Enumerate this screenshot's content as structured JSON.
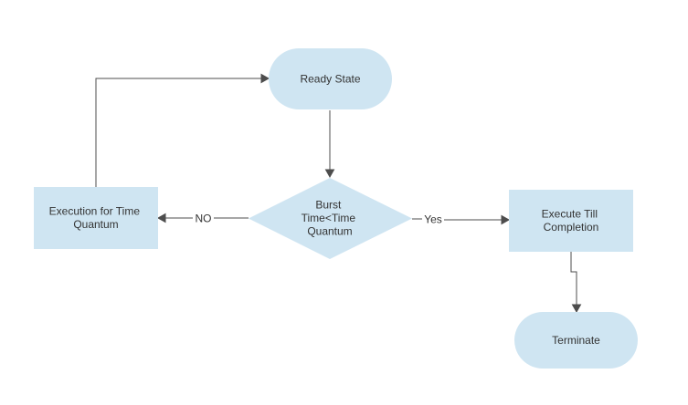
{
  "colors": {
    "node_fill": "#cfe5f2",
    "edge": "#4d4d4d",
    "text": "#333333",
    "background": "#ffffff"
  },
  "nodes": {
    "ready_state": {
      "shape": "stadium",
      "lines": [
        "Ready State"
      ]
    },
    "burst_decision": {
      "shape": "diamond",
      "lines": [
        "Burst",
        "Time<Time",
        "Quantum"
      ]
    },
    "execution_for_time_quantum": {
      "shape": "rectangle",
      "lines": [
        "Execution for Time",
        "Quantum"
      ]
    },
    "execute_till_completion": {
      "shape": "rectangle",
      "lines": [
        "Execute Till",
        "Completion"
      ]
    },
    "terminate": {
      "shape": "stadium",
      "lines": [
        "Terminate"
      ]
    }
  },
  "edges": {
    "ready_to_decision": {
      "from": "ready_state",
      "to": "burst_decision",
      "label": ""
    },
    "decision_no": {
      "from": "burst_decision",
      "to": "execution_for_time_quantum",
      "label": "NO"
    },
    "decision_yes": {
      "from": "burst_decision",
      "to": "execute_till_completion",
      "label": "Yes"
    },
    "quantum_to_ready": {
      "from": "execution_for_time_quantum",
      "to": "ready_state",
      "label": ""
    },
    "completion_to_terminate": {
      "from": "execute_till_completion",
      "to": "terminate",
      "label": ""
    }
  }
}
